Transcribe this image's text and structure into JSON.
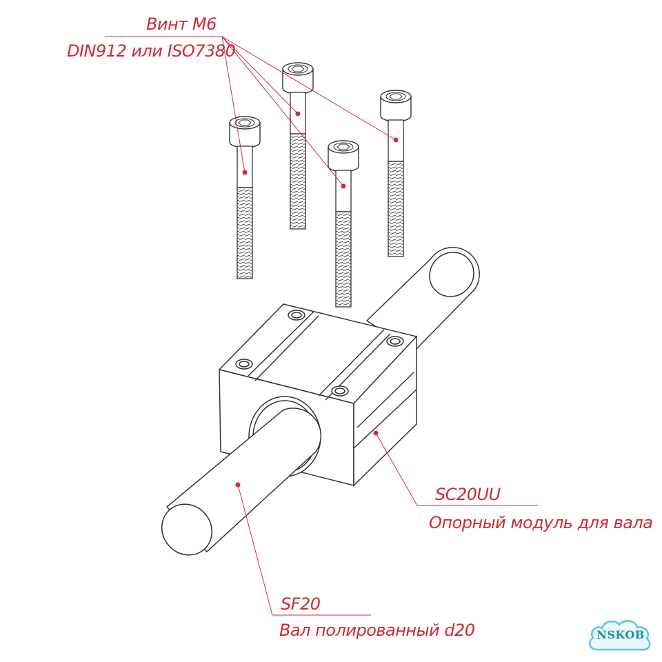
{
  "colors": {
    "label": "#cc2a36",
    "leader": "#d22c3b",
    "drawing": "#333333",
    "logo_fill": "#e9f8fb",
    "logo_stroke": "#5cc6d6",
    "logo_text": "#1c8fa3"
  },
  "callouts": {
    "screws": {
      "title": "Винт М6",
      "subtitle": "DIN912 или ISO7380"
    },
    "module": {
      "title": "SC20UU",
      "subtitle": "Опорный модуль для вала"
    },
    "shaft": {
      "title": "SF20",
      "subtitle": "Вал полированный d20"
    }
  },
  "logo": {
    "text": "NSKOB"
  }
}
